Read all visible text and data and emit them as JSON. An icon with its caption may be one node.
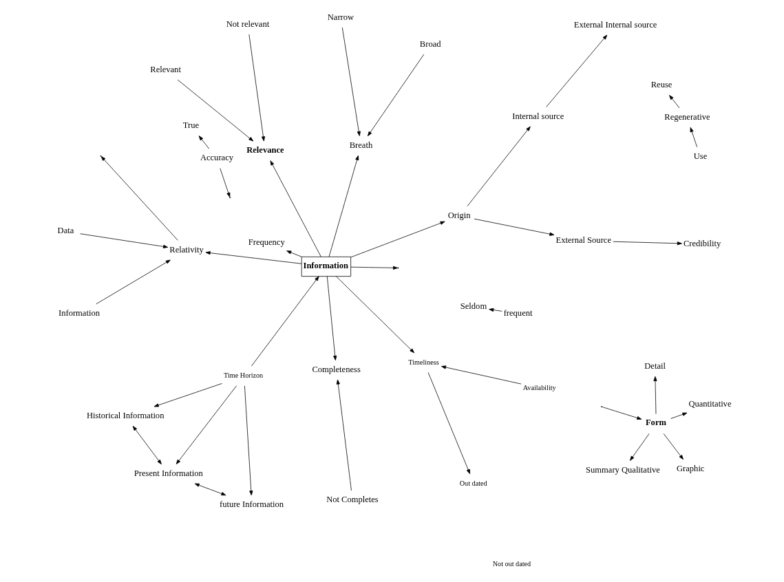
{
  "diagram": {
    "nodes": [
      {
        "text": [
          "Out dated"
        ]
      },
      {
        "text": [
          "Timeliness"
        ]
      },
      {
        "text": [
          "Availability"
        ]
      },
      {
        "text": [
          "Summary Qualitative"
        ]
      },
      {
        "text": [
          "Seldom"
        ]
      },
      {
        "text": [
          "Frequency"
        ]
      },
      {
        "text": [
          "frequent"
        ]
      },
      {
        "text": [
          "True"
        ]
      },
      {
        "text": [
          "Present Information"
        ]
      },
      {
        "text": [
          "Historical Information"
        ]
      },
      {
        "text": [
          "Graphic"
        ]
      },
      {
        "text": [
          "Form"
        ]
      },
      {
        "text": [
          "Detail"
        ]
      },
      {
        "text": [
          "Accuracy"
        ]
      },
      {
        "text": [
          "Quantitative"
        ]
      },
      {
        "text": [
          "Reuse"
        ]
      },
      {
        "text": [
          "Time Horizon"
        ]
      },
      {
        "text": [
          "Information"
        ]
      },
      {
        "text": [
          "Regenerative"
        ]
      },
      {
        "text": [
          "future Information"
        ]
      },
      {
        "text": [
          "Use"
        ]
      },
      {
        "text": [
          "Origin"
        ]
      },
      {
        "text": [
          "Breath"
        ]
      },
      {
        "text": [
          "Completeness"
        ]
      },
      {
        "text": [
          "External Source"
        ]
      },
      {
        "text": [
          "Broad"
        ]
      },
      {
        "text": [
          "Narrow"
        ]
      },
      {
        "text": [
          "Not Completes"
        ]
      },
      {
        "text": [
          "Relativity"
        ]
      },
      {
        "text": [
          "Relevance"
        ]
      },
      {
        "text": [
          "Internal source"
        ]
      },
      {
        "text": [
          "Data"
        ]
      },
      {
        "text": [
          "Information"
        ]
      },
      {
        "text": [
          "Relevant"
        ]
      },
      {
        "text": [
          "Not relevant"
        ]
      },
      {
        "text": [
          "Credibility"
        ]
      },
      {
        "text": [
          "External Internal source"
        ]
      }
    ],
    "edges": [
      {
        "from": 1,
        "to": 0,
        "arrow": "to"
      },
      {
        "from": 2,
        "to": 1,
        "arrow": "to"
      },
      {
        "from": 17,
        "to": 1,
        "arrow": "to"
      },
      {
        "from": 11,
        "to": 3,
        "arrow": "to"
      },
      {
        "from": 11,
        "to": 10,
        "arrow": "to"
      },
      {
        "from": 11,
        "to": 14,
        "arrow": "to"
      },
      {
        "from": 11,
        "to": 12,
        "arrow": "to"
      },
      {
        "from": null,
        "to": 11,
        "arrow": "to"
      },
      {
        "from": 17,
        "to": 5,
        "arrow": "to"
      },
      {
        "from": 17,
        "to": null,
        "arrow": "to"
      },
      {
        "from": 6,
        "to": 4,
        "arrow": "to"
      },
      {
        "from": 13,
        "to": 7,
        "arrow": "to"
      },
      {
        "from": 13,
        "to": null,
        "arrow": "to"
      },
      {
        "from": 20,
        "to": 18,
        "arrow": "to"
      },
      {
        "from": 18,
        "to": 15,
        "arrow": "to"
      },
      {
        "from": 16,
        "to": 17,
        "arrow": "to"
      },
      {
        "from": 16,
        "to": 8,
        "arrow": "to"
      },
      {
        "from": 16,
        "to": 9,
        "arrow": "to"
      },
      {
        "from": 16,
        "to": 19,
        "arrow": "to"
      },
      {
        "from": 8,
        "to": 9,
        "arrow": "both"
      },
      {
        "from": 8,
        "to": 19,
        "arrow": "both"
      },
      {
        "from": 17,
        "to": 21,
        "arrow": "to"
      },
      {
        "from": 17,
        "to": 22,
        "arrow": "to"
      },
      {
        "from": 17,
        "to": 28,
        "arrow": "to"
      },
      {
        "from": 17,
        "to": 29,
        "arrow": "to"
      },
      {
        "from": 17,
        "to": 23,
        "arrow": "to"
      },
      {
        "from": 27,
        "to": 23,
        "arrow": "to"
      },
      {
        "from": 21,
        "to": 24,
        "arrow": "to"
      },
      {
        "from": 21,
        "to": 30,
        "arrow": "to"
      },
      {
        "from": 24,
        "to": 35,
        "arrow": "to"
      },
      {
        "from": 30,
        "to": 36,
        "arrow": "to"
      },
      {
        "from": 25,
        "to": 22,
        "arrow": "to"
      },
      {
        "from": 26,
        "to": 22,
        "arrow": "to"
      },
      {
        "from": 28,
        "to": null,
        "arrow": "to"
      },
      {
        "from": 31,
        "to": 28,
        "arrow": "to"
      },
      {
        "from": 32,
        "to": 28,
        "arrow": "to"
      },
      {
        "from": 33,
        "to": 29,
        "arrow": "to"
      },
      {
        "from": 34,
        "to": 29,
        "arrow": "to"
      }
    ],
    "labels": [
      "Not out dated"
    ]
  }
}
